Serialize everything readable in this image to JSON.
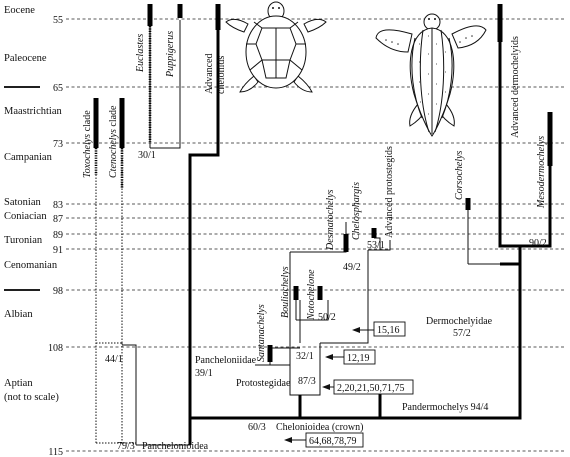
{
  "ages": [
    {
      "stage": "Eocene",
      "ma": "55"
    },
    {
      "stage": "Paleocene",
      "ma": "65"
    },
    {
      "stage": "Maastrichtian",
      "ma": "73"
    },
    {
      "stage": "Campanian",
      "ma": "83"
    },
    {
      "stage": "Satonian",
      "ma": "87"
    },
    {
      "stage": "Coniacian",
      "ma": "89"
    },
    {
      "stage": "Turonian",
      "ma": "91"
    },
    {
      "stage": "Cenomanian",
      "ma": "98"
    },
    {
      "stage": "Albian",
      "ma": "108"
    },
    {
      "stage": "Aptian",
      "ma": "115"
    }
  ],
  "aptian_note": "(not to scale)",
  "taxa": {
    "toxochelys": "Toxochelys",
    "toxochelys_suffix": "clade",
    "ctenochelys": "Ctenochelys",
    "ctenochelys_suffix": "clade",
    "euclastes": "Euclastes",
    "puppigerus": "Puppigerus",
    "advanced_chelonids": "Advanced chelonids",
    "desmatochelys": "Desmatochelys",
    "chelosphargis": "Chelosphargis",
    "advanced_protostegids": "Advanced protostegids",
    "corsochelys": "Corsochelys",
    "advanced_dermochelyids": "Advanced dermochelyids",
    "mesodermochelys": "Mesodermochelys",
    "bouliachelys": "Bouliachelys",
    "notochelone": "Notochelone",
    "santanachelys": "Santanachelys"
  },
  "nodes": {
    "n_30_1": "30/1",
    "n_44_1": "44/1",
    "n_53_1": "53/1",
    "n_90_2": "90/2",
    "n_49_2": "49/2",
    "n_50_2": "50/2",
    "n_32_1": "32/1",
    "n_87_3": "87/3",
    "n_60_3": "60/3",
    "n_79_3": "79/3"
  },
  "clades": {
    "pancheloniidae": "Pancheloniidae",
    "pancheloniidae_score": "39/1",
    "protostegidae": "Protostegidae",
    "dermochelyidae": "Dermochelyidae",
    "dermochelyidae_score": "57/2",
    "pandermochelys": "Pandermochelys 94/4",
    "chelonioidea": "Chelonioidea (crown)",
    "panchelonioidea": "Panchelonioidea"
  },
  "boxes": {
    "b1": "15,16",
    "b2": "12,19",
    "b3": "2,20,21,50,71,75",
    "b4": "64,68,78,79"
  },
  "icons": {
    "left_turtle": "cheloniid-sea-turtle-drawing",
    "right_turtle": "leatherback-turtle-drawing"
  }
}
